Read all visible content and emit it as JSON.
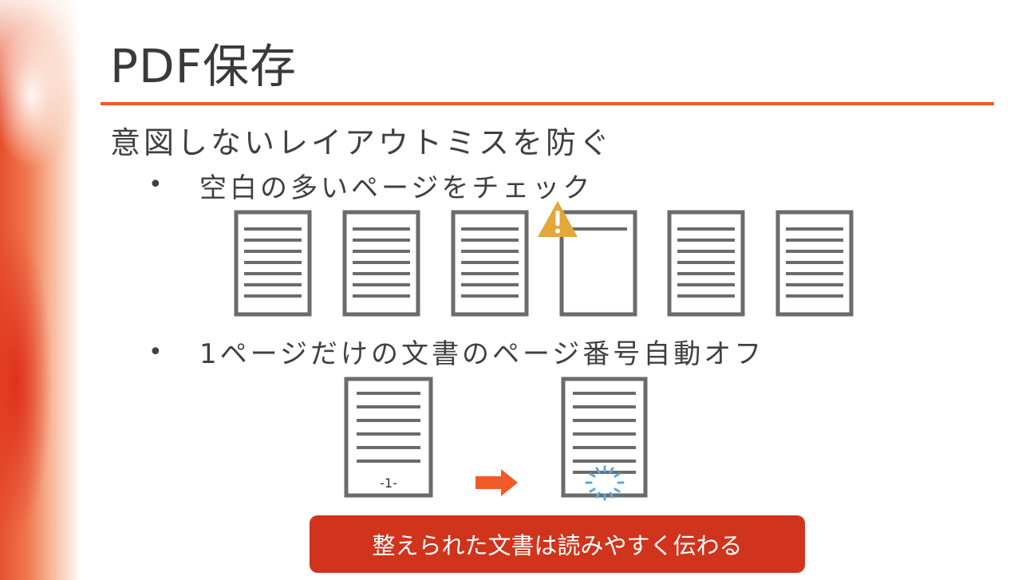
{
  "slide": {
    "title": "PDF保存",
    "lead": "意図しないレイアウトミスを防ぐ",
    "bullets": [
      {
        "marker": "•",
        "text": "空白の多いページをチェック"
      },
      {
        "marker": "•",
        "text": "1ページだけの文書のページ番号自動オフ"
      }
    ],
    "page_number_label": "-1-",
    "banner": "整えられた文書は読みやすく伝わる"
  },
  "icons": {
    "warning": "warning-triangle-icon",
    "arrow": "right-arrow-icon",
    "removed_number": "dashed-circle-icon"
  },
  "colors": {
    "accent": "#f05a28",
    "banner": "#d0341c",
    "warning": "#e2a83a",
    "page_outline": "#6b6b6b",
    "highlight": "#5aa7e6"
  }
}
